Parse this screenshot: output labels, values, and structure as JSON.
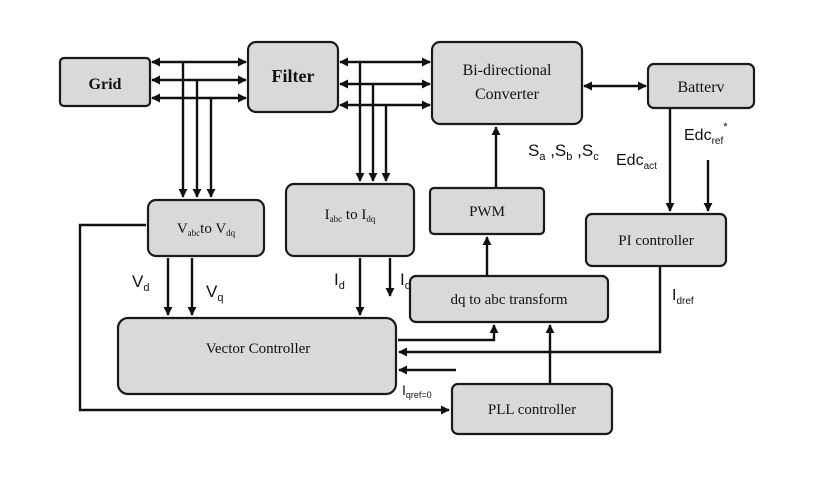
{
  "blocks": {
    "grid": "Grid",
    "filter": "Filter",
    "converter_line1": "Bi-directional",
    "converter_line2": "Converter",
    "battery": "Batterv",
    "vabc": {
      "a": "V",
      "b": "abc",
      "c": "to V",
      "d": "dq"
    },
    "iabc": {
      "a": "I",
      "b": "abc",
      "c": " to I",
      "d": "dq"
    },
    "pwm": "PWM",
    "pi": "PI controller",
    "dq_abc": "dq to abc transform",
    "vector": "Vector Controller",
    "pll": "PLL controller"
  },
  "signals": {
    "switching": {
      "s": "S",
      "a": "a",
      "sep1": " ,S",
      "b": "b",
      "sep2": " ,S",
      "c": "c"
    },
    "edc_act": {
      "base": "Edc",
      "sub": "act"
    },
    "edc_ref": {
      "base": "Edc",
      "sub": "ref",
      "sup": "*"
    },
    "vd": {
      "base": "V",
      "sub": "d"
    },
    "vq": {
      "base": "V",
      "sub": "q"
    },
    "id": {
      "base": "I",
      "sub": "d"
    },
    "iq": {
      "base": "I",
      "sub": "q"
    },
    "idref": {
      "base": "I",
      "sub": "dref"
    },
    "iqref": {
      "base": "I",
      "sub": "qref=0"
    }
  }
}
